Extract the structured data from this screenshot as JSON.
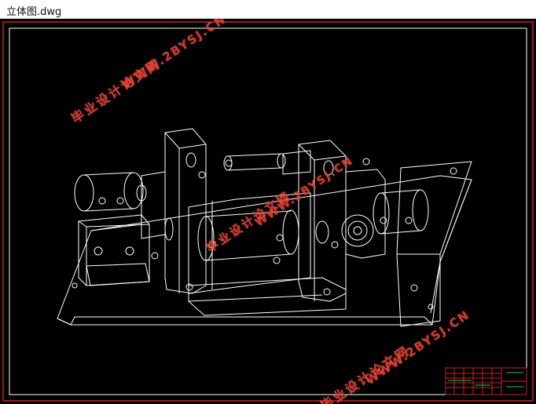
{
  "window": {
    "title": "立体图.dwg"
  },
  "watermarks": {
    "cn_text": "毕业设计论文网",
    "url_text": "WWW.2BYSJ.CN",
    "color": "#e23a2a"
  },
  "colors": {
    "background": "#000000",
    "frame_outer": "#cc2222",
    "frame_inner": "#ffffff",
    "drawing_lines": "#ffffff",
    "title_block_lines": "#cc2222",
    "title_block_text": "#22cc44"
  }
}
